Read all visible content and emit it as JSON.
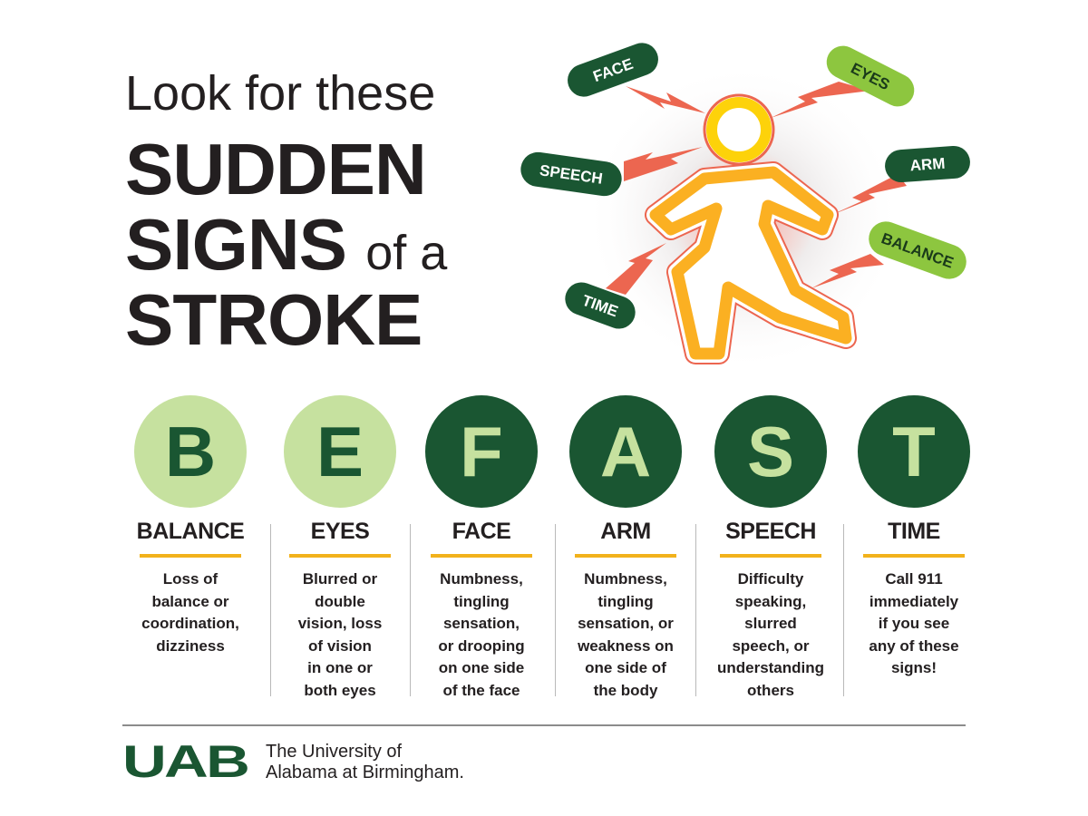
{
  "title": {
    "line1": "Look for these",
    "line2": "SUDDEN",
    "line3_bold": "SIGNS",
    "line3_light": "of a",
    "line4": "STROKE"
  },
  "figure_labels": {
    "face": "FACE",
    "eyes": "EYES",
    "speech": "SPEECH",
    "arm": "ARM",
    "balance": "BALANCE",
    "time": "TIME"
  },
  "colors": {
    "dark_green": "#1a5632",
    "light_green": "#c6e19f",
    "lime": "#8dc63f",
    "gold": "#f2b21b",
    "bolt": "#ec6650"
  },
  "befast": [
    {
      "letter": "B",
      "heading": "BALANCE",
      "lines": [
        "Loss of",
        "balance or",
        "coordination,",
        "dizziness"
      ]
    },
    {
      "letter": "E",
      "heading": "EYES",
      "lines": [
        "Blurred or",
        "double",
        "vision, loss",
        "of vision",
        "in one or",
        "both eyes"
      ]
    },
    {
      "letter": "F",
      "heading": "FACE",
      "lines": [
        "Numbness,",
        "tingling",
        "sensation,",
        "or drooping",
        "on one side",
        "of the face"
      ]
    },
    {
      "letter": "A",
      "heading": "ARM",
      "lines": [
        "Numbness,",
        "tingling",
        "sensation, or",
        "weakness on",
        "one side of",
        "the body"
      ]
    },
    {
      "letter": "S",
      "heading": "SPEECH",
      "lines": [
        "Difficulty",
        "speaking,",
        "slurred",
        "speech, or",
        "understanding",
        "others"
      ]
    },
    {
      "letter": "T",
      "heading": "TIME",
      "lines": [
        "Call 911",
        "immediately",
        "if you see",
        "any of these",
        "signs!"
      ]
    }
  ],
  "footer": {
    "logo": "UAB",
    "line1": "The University of",
    "line2": "Alabama at Birmingham."
  }
}
